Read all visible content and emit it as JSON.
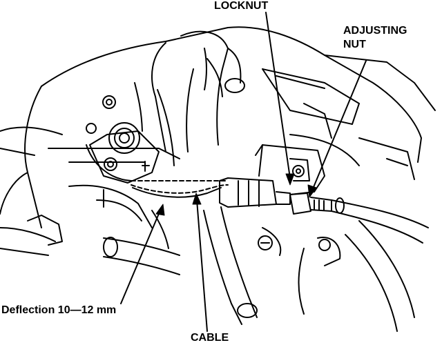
{
  "labels": {
    "locknut": "LOCKNUT",
    "adjusting_nut_line1": "ADJUSTING",
    "adjusting_nut_line2": "NUT",
    "cable": "CABLE",
    "deflection": "Deflection 10—12 mm"
  },
  "colors": {
    "ink": "#000000",
    "paper": "#ffffff"
  }
}
